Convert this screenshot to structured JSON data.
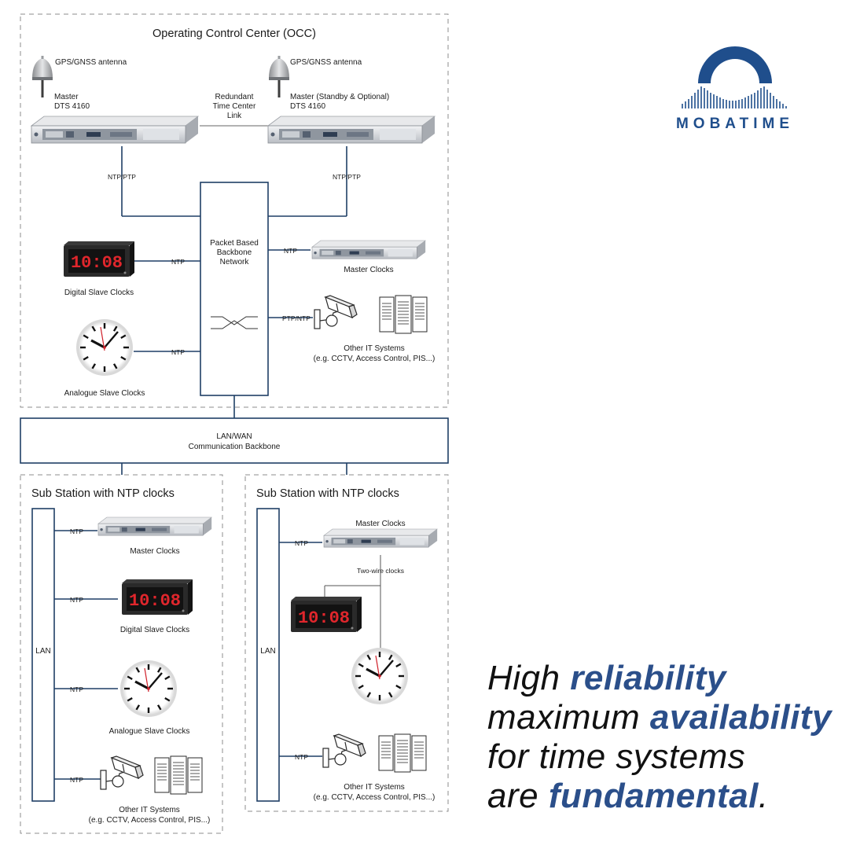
{
  "brand": {
    "name": "MOBATIME",
    "primary_color": "#1f4e8c"
  },
  "occ": {
    "title": "Operating Control Center (OCC)",
    "antenna_left": "GPS/GNSS antenna",
    "antenna_right": "GPS/GNSS antenna",
    "master_left": [
      "Master",
      "DTS 4160"
    ],
    "master_right": [
      "Master (Standby & Optional)",
      "DTS 4160"
    ],
    "link": [
      "Redundant",
      "Time Center",
      "Link"
    ],
    "ntp_ptp_left": "NTP/PTP",
    "ntp_ptp_right": "NTP/PTP",
    "backbone": [
      "Packet Based",
      "Backbone",
      "Network"
    ],
    "ntp_master": "NTP",
    "master_clocks": "Master Clocks",
    "ptp_ntp": "PTP/NTP",
    "other_it": [
      "Other IT Systems",
      "(e.g. CCTV, Access Control, PIS...)"
    ],
    "ntp_digital": "NTP",
    "digital_clocks": "Digital Slave Clocks",
    "ntp_analogue": "NTP",
    "analogue_clocks": "Analogue Slave Clocks",
    "digital_time": "10:08"
  },
  "lanwan": [
    "LAN/WAN",
    "Communication Backbone"
  ],
  "sub_left": {
    "title": "Sub Station with NTP clocks",
    "lan": "LAN",
    "ntp1": "NTP",
    "master_clocks": "Master Clocks",
    "ntp2": "NTP",
    "digital_clocks": "Digital Slave Clocks",
    "ntp3": "NTP",
    "analogue_clocks": "Analogue Slave Clocks",
    "ntp4": "NTP",
    "other_it": [
      "Other IT Systems",
      "(e.g. CCTV, Access Control, PIS...)"
    ],
    "digital_time": "10:08"
  },
  "sub_right": {
    "title": "Sub Station with NTP clocks",
    "lan": "LAN",
    "master_clocks": "Master Clocks",
    "ntp1": "NTP",
    "two_wire": "Two-wire clocks",
    "ntp2": "NTP",
    "other_it": [
      "Other IT Systems",
      "(e.g. CCTV, Access Control, PIS...)"
    ],
    "digital_time": "10:08"
  },
  "tagline": {
    "line1": [
      "High ",
      "reliability"
    ],
    "line2": [
      "maximum ",
      "availability"
    ],
    "line3": [
      "for time systems"
    ],
    "line4": [
      "are ",
      "fundamental",
      "."
    ]
  }
}
